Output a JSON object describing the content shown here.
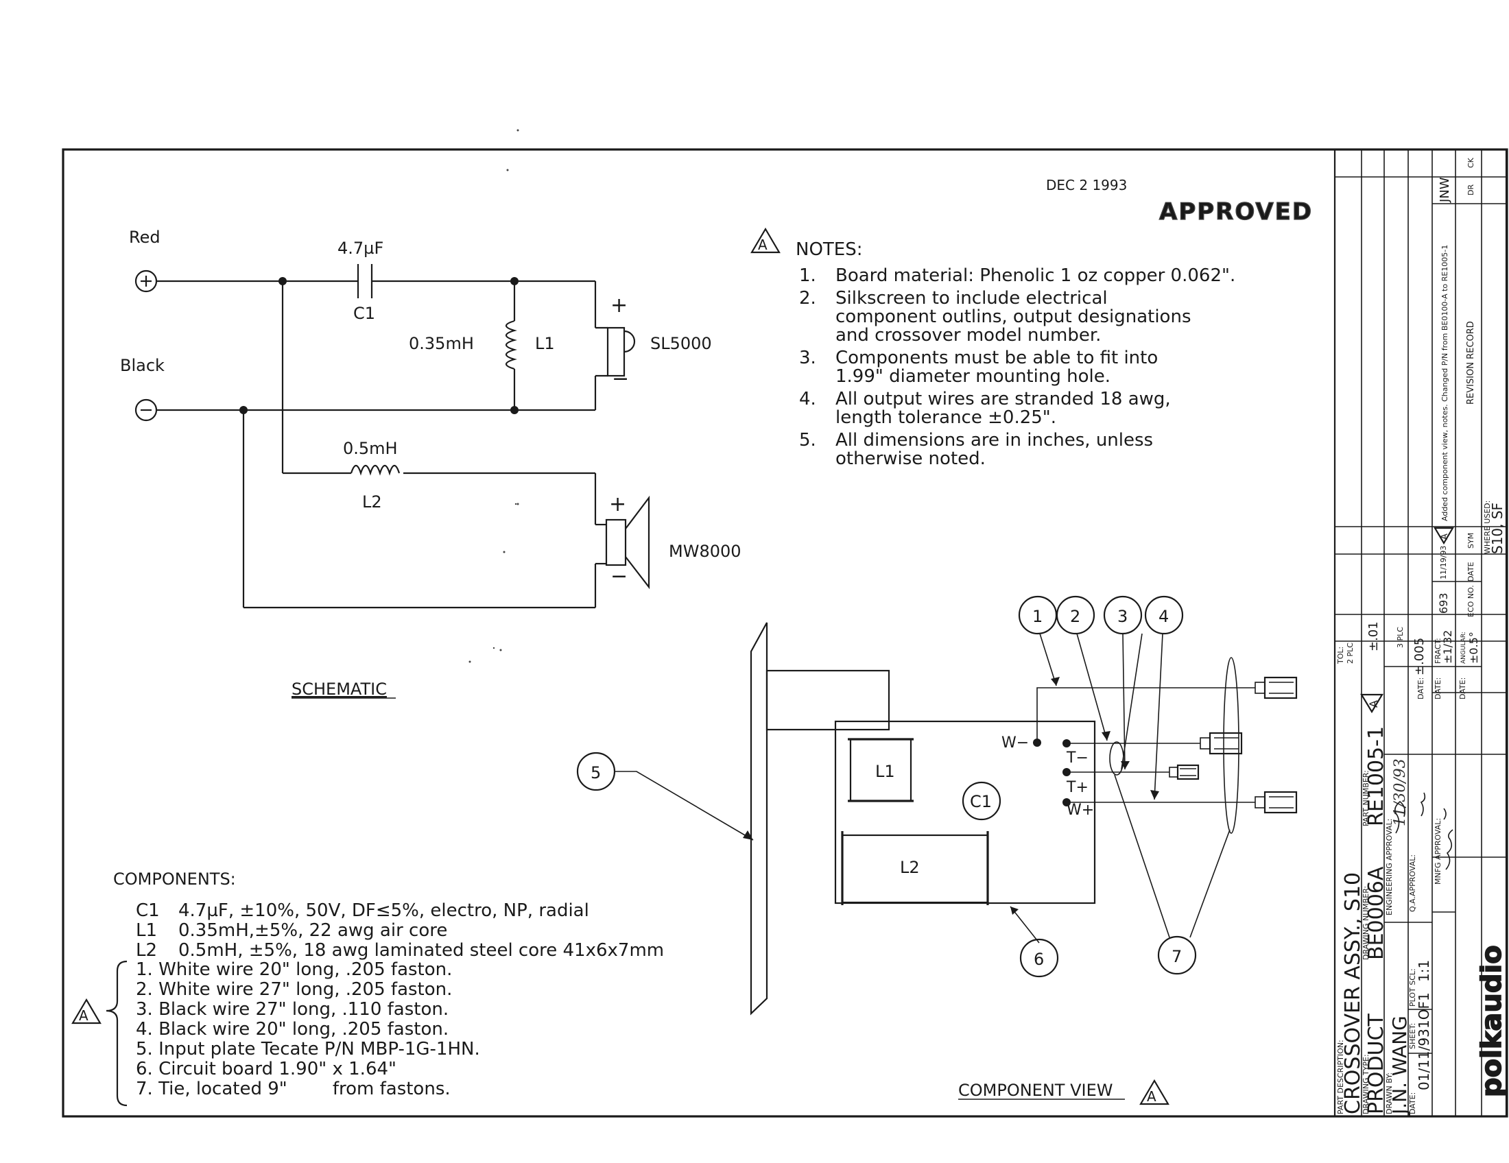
{
  "stamp": {
    "date": "DEC 2 1993",
    "word": "APPROVED"
  },
  "schematic": {
    "title": "SCHEMATIC",
    "inputs": {
      "red": "Red",
      "black": "Black"
    },
    "c1": {
      "value": "4.7µF",
      "ref": "C1"
    },
    "l1": {
      "value": "0.35mH",
      "ref": "L1"
    },
    "l2": {
      "value": "0.5mH",
      "ref": "L2"
    },
    "tweeter": "SL5000",
    "woofer": "MW8000",
    "plus": "+",
    "minus": "−"
  },
  "notes": {
    "rev_symbol": "A",
    "heading": "NOTES:",
    "items": [
      {
        "num": "1.",
        "lines": [
          "Board material: Phenolic 1 oz copper 0.062\"."
        ]
      },
      {
        "num": "2.",
        "lines": [
          "Silkscreen to include electrical",
          "component outlins, output designations",
          "and crossover model number."
        ]
      },
      {
        "num": "3.",
        "lines": [
          "Components must be able to fit into",
          "1.99\" diameter mounting hole."
        ]
      },
      {
        "num": "4.",
        "lines": [
          "All output wires are stranded 18 awg,",
          "length tolerance ±0.25\"."
        ]
      },
      {
        "num": "5.",
        "lines": [
          "All dimensions are in inches, unless",
          "otherwise noted."
        ]
      }
    ]
  },
  "components": {
    "heading": "COMPONENTS:",
    "rev_symbol": "A",
    "parts": [
      {
        "ref": "C1",
        "desc": "4.7µF, ±10%, 50V, DF≤5%, electro, NP, radial"
      },
      {
        "ref": "L1",
        "desc": "0.35mH,±5%, 22 awg air core"
      },
      {
        "ref": "L2",
        "desc": "0.5mH, ±5%, 18 awg laminated steel core 41x6x7mm"
      }
    ],
    "items": [
      "1. White wire 20\" long, .205 faston.",
      "2. White wire 27\" long, .205 faston.",
      "3. Black wire 27\" long, .110 faston.",
      "4. Black wire 20\" long, .205 faston.",
      "5. Input plate Tecate P/N MBP-1G-1HN.",
      "6. Circuit board 1.90\" x 1.64\"",
      "7. Tie, located 9\"        from fastons."
    ]
  },
  "component_view": {
    "title": "COMPONENT VIEW",
    "rev_symbol": "A",
    "board_labels": {
      "l1": "L1",
      "l2": "L2",
      "c1": "C1"
    },
    "terminals": {
      "w_minus": "W−",
      "t_minus": "T−",
      "t_plus": "T+",
      "w_plus": "W+"
    },
    "balloons": [
      "1",
      "2",
      "3",
      "4",
      "5",
      "6",
      "7"
    ]
  },
  "title_block": {
    "part_description_label": "PART DESCRIPTION:",
    "part_description": "CROSSOVER ASSY., S10",
    "drawing_type_label": "DRAWING TYPE:",
    "drawing_type": "PRODUCT",
    "drawing_number_label": "DRAWING NUMBER:",
    "drawing_number": "BE0006A",
    "part_number_label": "PART NUMBER:",
    "part_number": "RE1005-1",
    "rev_symbol": "A",
    "drawn_by_label": "DRAWN BY:",
    "drawn_by": "J.N. WANG",
    "date_label": "DATE:",
    "date": "01/11/93",
    "sheet_label": "SHEET:",
    "sheet": "1OF1",
    "plot_scale_label": "PLOT SCL:",
    "plot_scale": "1:1",
    "engineering_label": "ENGINEERING APPROVAL:",
    "engineering_date": "11/30/93",
    "qa_label": "Q.A.APPROVAL:",
    "mnfg_label": "MNFG APPROVAL:",
    "tol_label": "TOL:",
    "tol_2plc_label": "2 PLC",
    "tol_2plc": "±.01",
    "tol_3plc_label": "3 PLC",
    "tol_3plc": "±.005",
    "fract_label": "FRACT:",
    "fract": "±1/32",
    "angular_label": "ANGULAR:",
    "angular": "±0.5°",
    "logo": "polkaudio",
    "revision": {
      "eco": "693",
      "date": "11/19/93",
      "sym": "A",
      "desc": "Added component view, notes. Changed P/N from BE0100-A to RE1005-1",
      "dr": "JNW",
      "record_label": "REVISION RECORD",
      "eco_label": "ECO NO.",
      "date_label": "DATE",
      "sym_label": "SYM",
      "dr_label": "DR",
      "ck_label": "CK"
    },
    "where_used_label": "WHERE USED:",
    "where_used": "S10, SF"
  }
}
